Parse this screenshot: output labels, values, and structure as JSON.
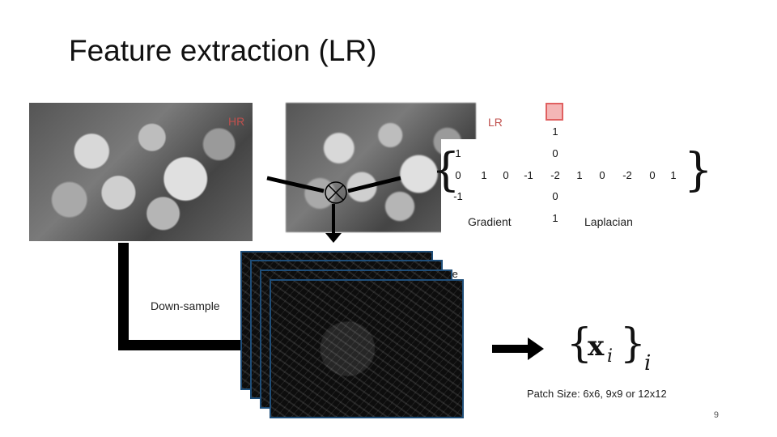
{
  "slide": {
    "title": "Feature extraction (LR)",
    "hr_label": "HR",
    "lr_label": "LR",
    "downsample_label": "Down-sample",
    "gradient_label": "Gradient",
    "laplacian_label": "Laplacian",
    "partial_text": "te",
    "patch_size_label": "Patch Size: 6x6, 9x9 or 12x12",
    "page_number": "9"
  },
  "gradient_kernel": {
    "top": "1",
    "left": "0",
    "row": [
      "1",
      "0",
      "-1"
    ],
    "bottom": "-1"
  },
  "laplacian_kernel": {
    "top_outer": "1",
    "top": "0",
    "center": "-2",
    "row": [
      "1",
      "0",
      "-2",
      "0",
      "1"
    ],
    "bottom": "0",
    "bottom_outer": "1"
  },
  "colors": {
    "label_red": "#c0504d",
    "highlight_box": "#f4b6b6",
    "feature_border": "#1f4e79"
  }
}
